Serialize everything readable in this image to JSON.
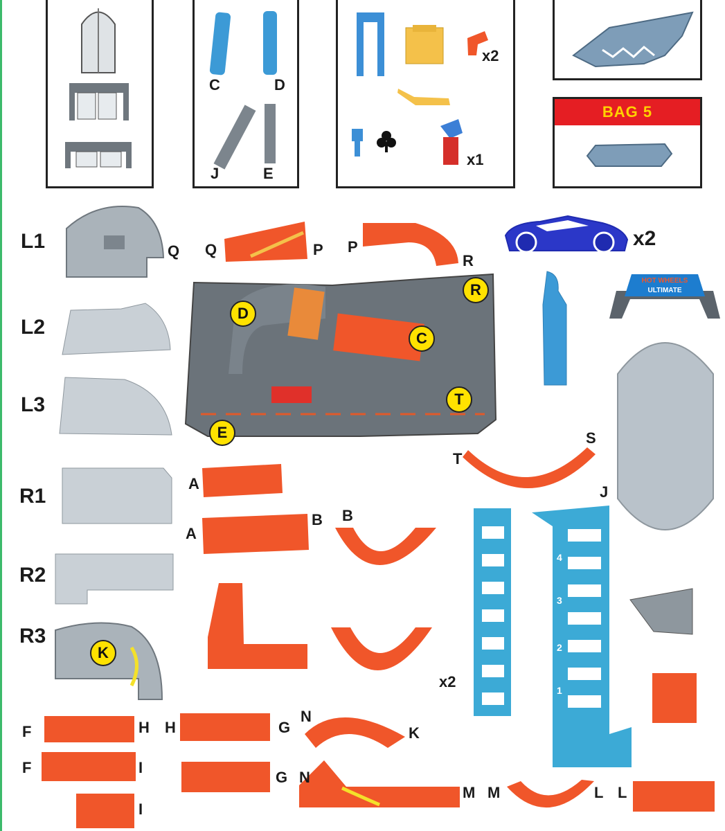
{
  "colors": {
    "track": "#f0562a",
    "gray": "#b9c2ca",
    "dark": "#5b636b",
    "blue": "#3c9ad6",
    "navy": "#1f2bb0",
    "bag_bar": "#e51e23",
    "bag_text": "#ffd200",
    "label_circle": "#ffe200"
  },
  "top_panels": {
    "panel2": {
      "c": "C",
      "d": "D",
      "j": "J",
      "e": "E"
    },
    "panel3": {
      "x2": "x2",
      "x1": "x1"
    },
    "bag": {
      "title": "BAG 5"
    }
  },
  "side_labels": {
    "l1": "L1",
    "l2": "L2",
    "l3": "L3",
    "r1": "R1",
    "r2": "R2",
    "r3": "R3"
  },
  "track_labels": {
    "q1": "Q",
    "q2": "Q",
    "p1": "P",
    "p2": "P",
    "r": "R",
    "t": "T",
    "s": "S",
    "j": "J",
    "a1": "A",
    "a2": "A",
    "b1": "B",
    "b2": "B",
    "x2_curve": "x2",
    "f1": "F",
    "h1": "H",
    "h2": "H",
    "g1": "G",
    "n1": "N",
    "k": "K",
    "f2": "F",
    "i1": "I",
    "g2": "G",
    "n2": "N",
    "m1": "M",
    "m2": "M",
    "l1": "L",
    "l2": "L",
    "i2": "I"
  },
  "circle_labels": {
    "d": "D",
    "c": "C",
    "r": "R",
    "t": "T",
    "e": "E",
    "k": "K"
  },
  "car": {
    "qty": "x2"
  },
  "logo": {
    "line1": "HOT WHEELS",
    "line2": "ULTIMATE"
  },
  "tower_numbers": [
    "4",
    "3",
    "2",
    "1"
  ]
}
